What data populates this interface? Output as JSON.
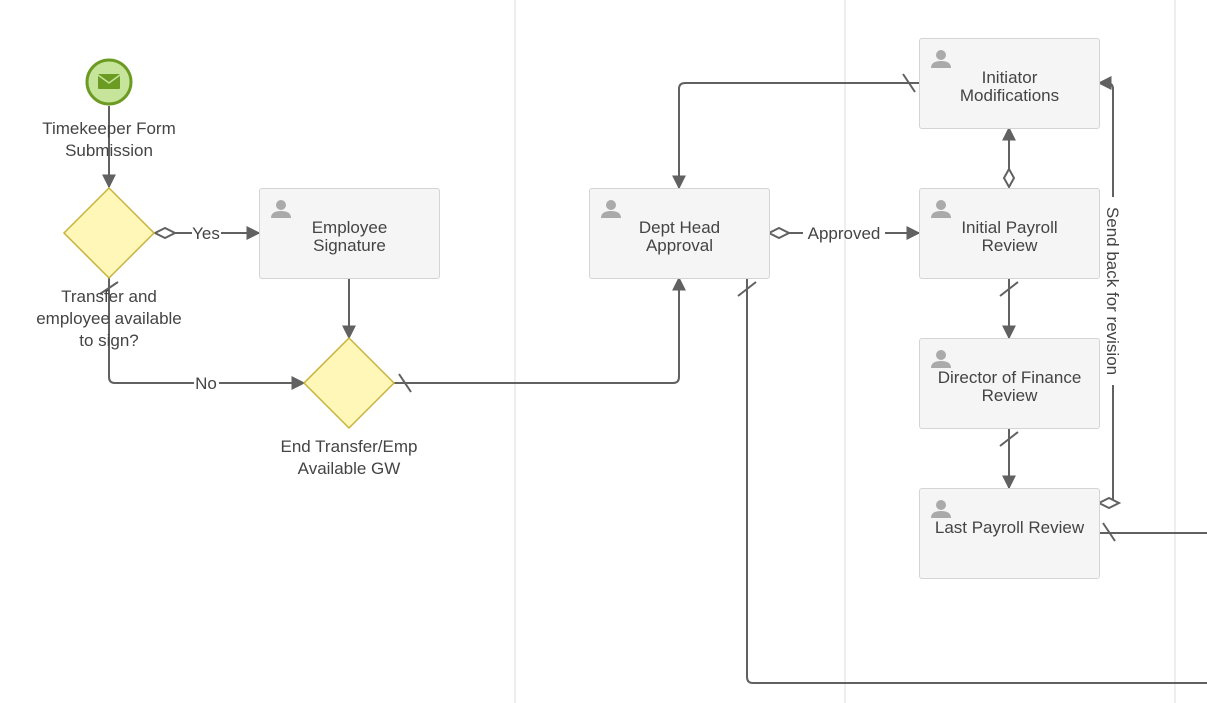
{
  "diagram": {
    "start_event": {
      "label": "Timekeeper Form\nSubmission",
      "icon": "envelope-icon"
    },
    "gateway_transfer": {
      "label": "Transfer and\nemployee available\nto sign?"
    },
    "gateway_end": {
      "label": "End Transfer/Emp\nAvailable GW"
    },
    "tasks": {
      "employee_signature": "Employee\nSignature",
      "dept_head_approval": "Dept Head\nApproval",
      "initiator_modifications": "Initiator\nModifications",
      "initial_payroll_review": "Initial Payroll\nReview",
      "director_finance_review": "Director of Finance\nReview",
      "last_payroll_review": "Last Payroll Review"
    },
    "flow_labels": {
      "yes": "Yes",
      "no": "No",
      "approved": "Approved",
      "send_back": "Send back for revision"
    },
    "colors": {
      "start_fill": "#c7e59a",
      "start_stroke": "#6b9b22",
      "gateway_fill": "#fff7b8",
      "gateway_stroke": "#c8b23a",
      "task_fill": "#f5f5f5",
      "task_border": "#d4d4d4",
      "line": "#616161",
      "lane_divider": "#dddddd"
    }
  }
}
